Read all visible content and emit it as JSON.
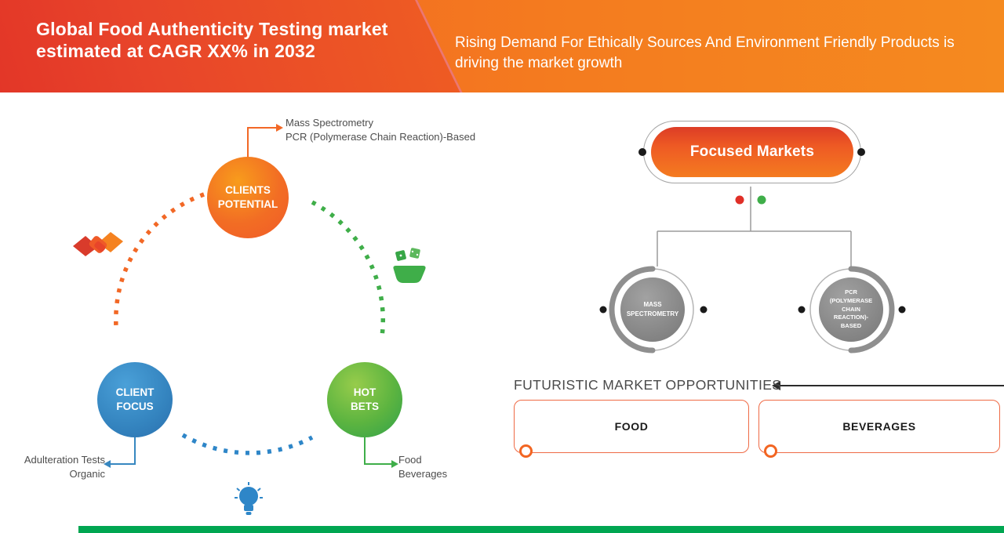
{
  "header": {
    "title": "Global Food Authenticity Testing market estimated at CAGR XX% in 2032",
    "subtitle": "Rising Demand For Ethically Sources And Environment Friendly Products is driving the market growth"
  },
  "strategy_wheel": {
    "clients_potential": {
      "label": "CLIENTS POTENTIAL",
      "callout_line1": "Mass Spectrometry",
      "callout_line2": "PCR (Polymerase Chain Reaction)-Based"
    },
    "client_focus": {
      "label": "CLIENT FOCUS",
      "callout_line1": "Adulteration Tests",
      "callout_line2": "Organic"
    },
    "hot_bets": {
      "label": "HOT BETS",
      "callout_line1": "Food",
      "callout_line2": "Beverages"
    }
  },
  "focused_markets": {
    "title": "Focused Markets",
    "branch1": "MASS SPECTROMETRY",
    "branch2": "PCR (POLYMERASE CHAIN REACTION)-BASED"
  },
  "opportunities": {
    "title": "FUTURISTIC MARKET OPPORTUNITIES",
    "box1": "FOOD",
    "box2": "BEVERAGES"
  },
  "colors": {
    "accent_red": "#e02f27",
    "accent_orange": "#f26522",
    "accent_green": "#3fae49",
    "accent_blue": "#3787c0",
    "gray_node": "#8a8a8a",
    "footer_green": "#00a651"
  }
}
